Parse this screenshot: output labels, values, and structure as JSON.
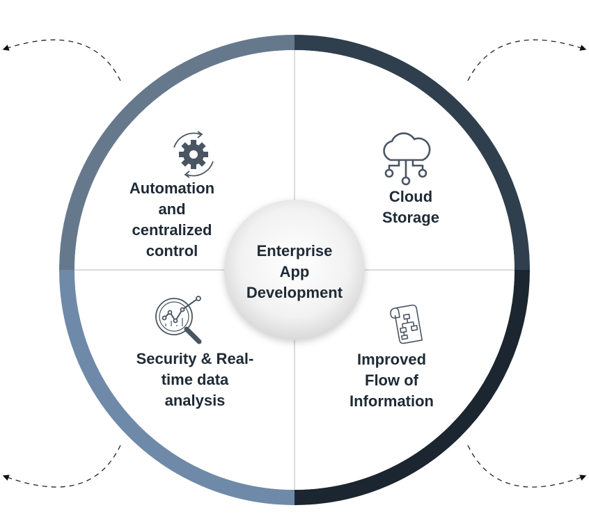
{
  "center": {
    "title": "Enterprise\nApp\nDevelopment"
  },
  "quadrants": [
    {
      "id": "top-left",
      "label": "Automation\nand\ncentralized\ncontrol",
      "icon": "gear-cycle-icon"
    },
    {
      "id": "top-right",
      "label": "Cloud\nStorage",
      "icon": "cloud-network-icon"
    },
    {
      "id": "bottom-left",
      "label": "Security & Real-\ntime data\nanalysis",
      "icon": "magnifier-chart-icon"
    },
    {
      "id": "bottom-right",
      "label": "Improved\nFlow of\nInformation",
      "icon": "document-flowchart-icon"
    }
  ],
  "colors": {
    "ring_top_left": "#66798c",
    "ring_top_right": "#2f3f4d",
    "ring_bottom_left": "#6f8aa8",
    "ring_bottom_right": "#1b2631",
    "text": "#1f2a36",
    "icon": "#4a5563",
    "divider": "#c8c8c8"
  }
}
